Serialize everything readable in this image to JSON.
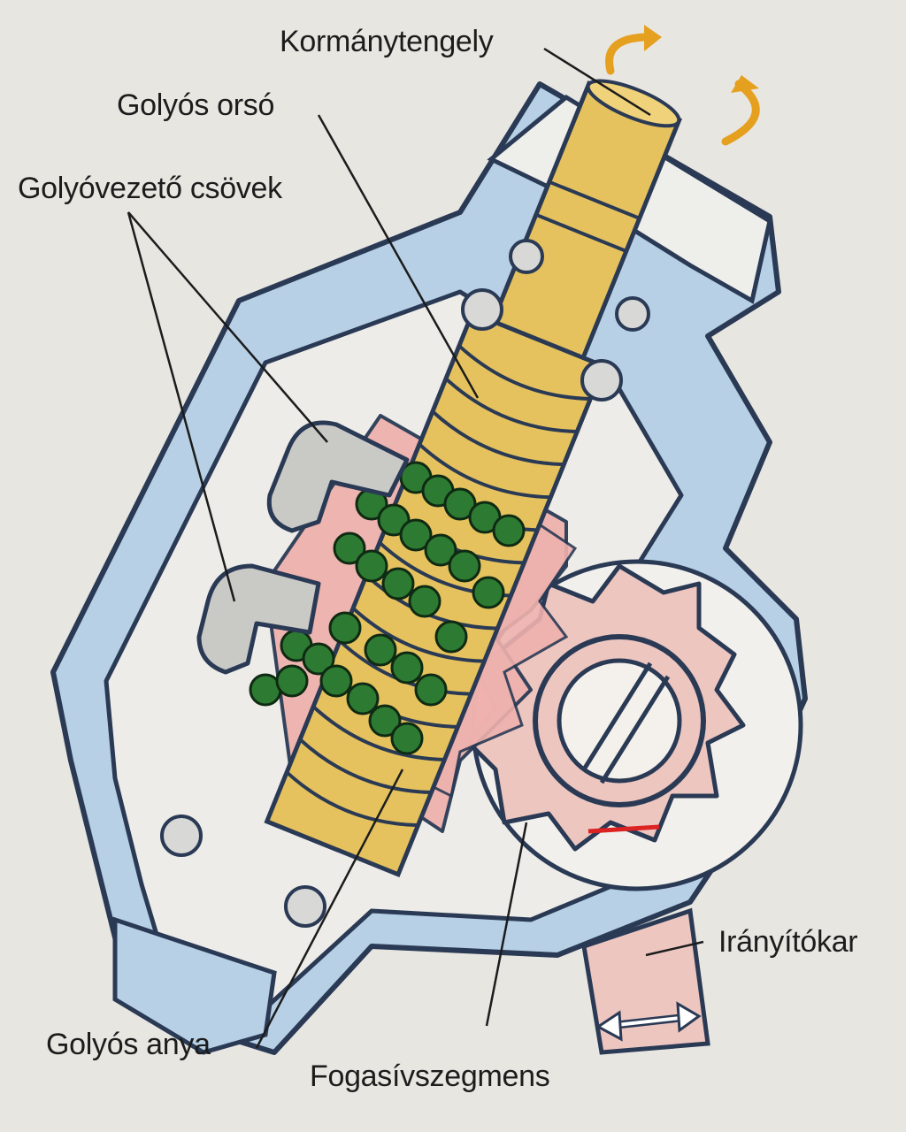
{
  "labels": {
    "steering_shaft": "Kormánytengely",
    "ball_screw": "Golyós orsó",
    "ball_guide_tubes": "Golyóvezető csövek",
    "ball_nut": "Golyós anya",
    "sector_gear": "Fogasívszegmens",
    "pitman_arm": "Irányítókar"
  },
  "colors": {
    "background": "#e8e6e1",
    "housing": "#b7d0e6",
    "housing_outline": "#2a3a55",
    "shaft": "#e6c25e",
    "nut": "#efb2ae",
    "sector": "#edc6c0",
    "balls": "#2d7a33",
    "tubes": "#c9c9c6",
    "arrows": "#e6a020"
  }
}
